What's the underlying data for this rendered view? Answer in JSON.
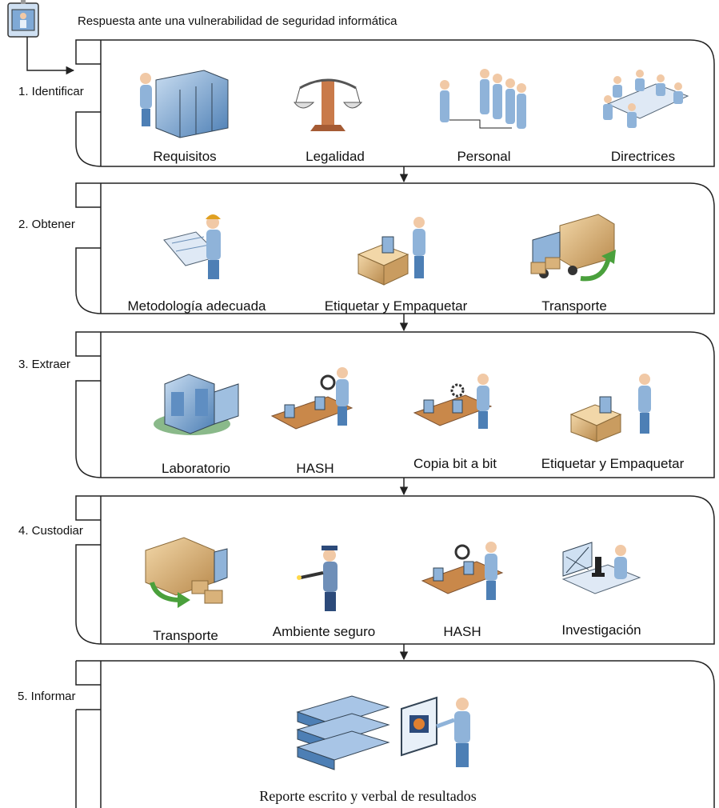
{
  "title": "Respuesta ante una vulnerabilidad de seguridad informática",
  "start_icon": "monitor-presenter-icon",
  "stages": [
    {
      "label": "1. Identificar",
      "items": [
        {
          "caption": "Requisitos",
          "icon": "server-rack-person-icon"
        },
        {
          "caption": "Legalidad",
          "icon": "justice-scale-icon"
        },
        {
          "caption": "Personal",
          "icon": "team-people-icon"
        },
        {
          "caption": "Directrices",
          "icon": "meeting-table-icon"
        }
      ]
    },
    {
      "label": "2. Obtener",
      "items": [
        {
          "caption": "Metodología adecuada",
          "icon": "engineer-blueprint-icon"
        },
        {
          "caption": "Etiquetar y Empaquetar",
          "icon": "package-person-icon"
        },
        {
          "caption": "Transporte",
          "icon": "delivery-truck-icon"
        }
      ]
    },
    {
      "label": "3. Extraer",
      "items": [
        {
          "caption": "Laboratorio",
          "icon": "laboratory-building-icon"
        },
        {
          "caption": "HASH",
          "icon": "conveyor-magnifier-icon"
        },
        {
          "caption": "Copia bit a bit",
          "icon": "conveyor-gear-icon"
        },
        {
          "caption": "Etiquetar y Empaquetar",
          "icon": "package-person-icon"
        }
      ]
    },
    {
      "label": "4. Custodiar",
      "items": [
        {
          "caption": "Transporte",
          "icon": "delivery-truck-icon"
        },
        {
          "caption": "Ambiente seguro",
          "icon": "security-guard-icon"
        },
        {
          "caption": "HASH",
          "icon": "conveyor-magnifier-icon"
        },
        {
          "caption": "Investigación",
          "icon": "microscope-desk-icon"
        }
      ]
    },
    {
      "label": "5. Informar",
      "items": [
        {
          "caption": "Reporte escrito y verbal de resultados",
          "icon": "report-presentation-icon"
        }
      ]
    }
  ],
  "colors": {
    "line": "#222222",
    "figure": "#8fb3d9",
    "figure_dark": "#4d7fb5",
    "skin": "#f1c9a6",
    "box": "#d9b27a",
    "arrow_green": "#4aa03c"
  }
}
